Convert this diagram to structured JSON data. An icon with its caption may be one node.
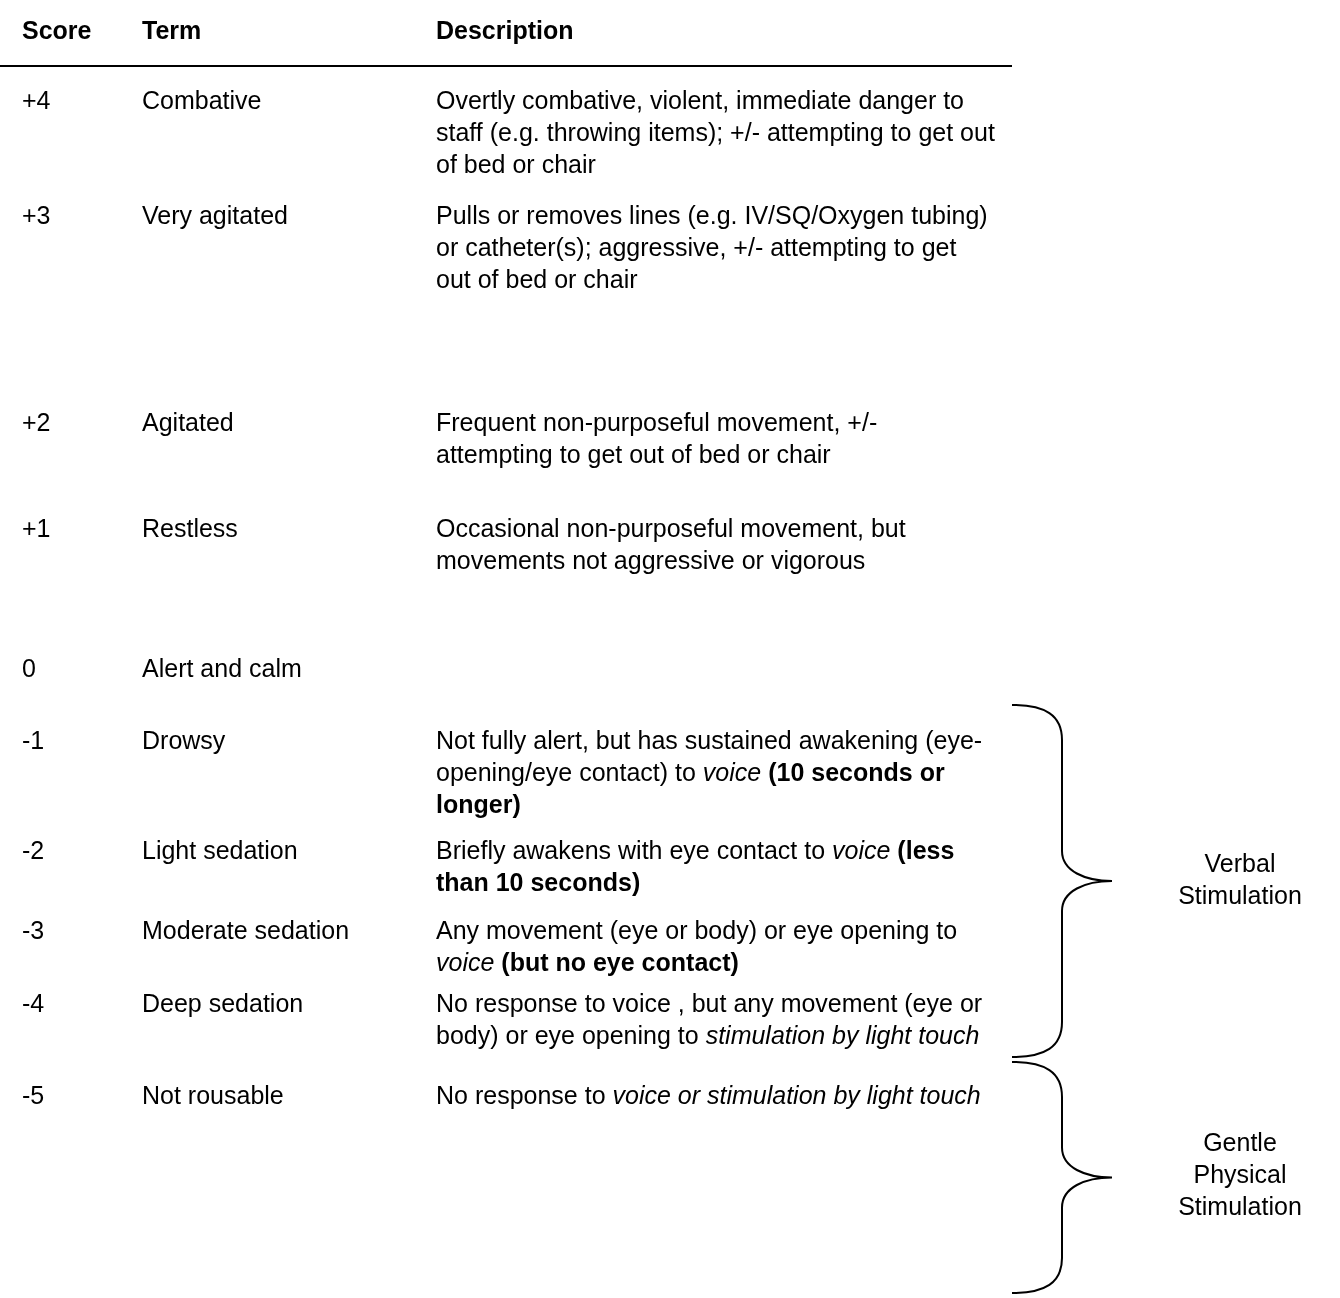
{
  "diagram": {
    "labels": [
      "Score",
      "Term",
      "Description",
      "+4",
      "Combative",
      "Overtly combative, violent, immediate danger to staff (e.g. throwing items); +/- attempting to get out of bed or chair",
      "+3",
      "Very agitated",
      "Pulls or removes lines (e.g. IV/SQ/Oxygen tubing) or catheter(s); aggressive, +/- attempting to get out of bed or chair",
      "+2",
      "Agitated",
      "Frequent non-purposeful movement, +/- attempting to get out of bed or chair",
      "+1",
      "Restless",
      "Occasional non-purposeful movement, but movements not aggressive or vigorous",
      "0",
      "Alert and calm",
      "-1",
      "Drowsy",
      "Not fully alert, but has sustained awakening (eye-opening/eye contact) to *voice* **(10 seconds or longer)**",
      "-2",
      "Light sedation",
      "Briefly awakens with eye contact to *voice* **(less than 10 seconds)**",
      "-3",
      "Moderate sedation",
      "Any movement (eye or body) or eye opening to *voice* **(but no eye contact)**",
      "-4",
      "Deep sedation",
      "No response to voice , but any movement (eye or body) or eye opening to *stimulation by light touch*",
      "-5",
      "Not rousable",
      "No response to *voice or stimulation by light touch*",
      "Verbal Stimulation",
      "Gentle Physical Stimulation"
    ]
  }
}
